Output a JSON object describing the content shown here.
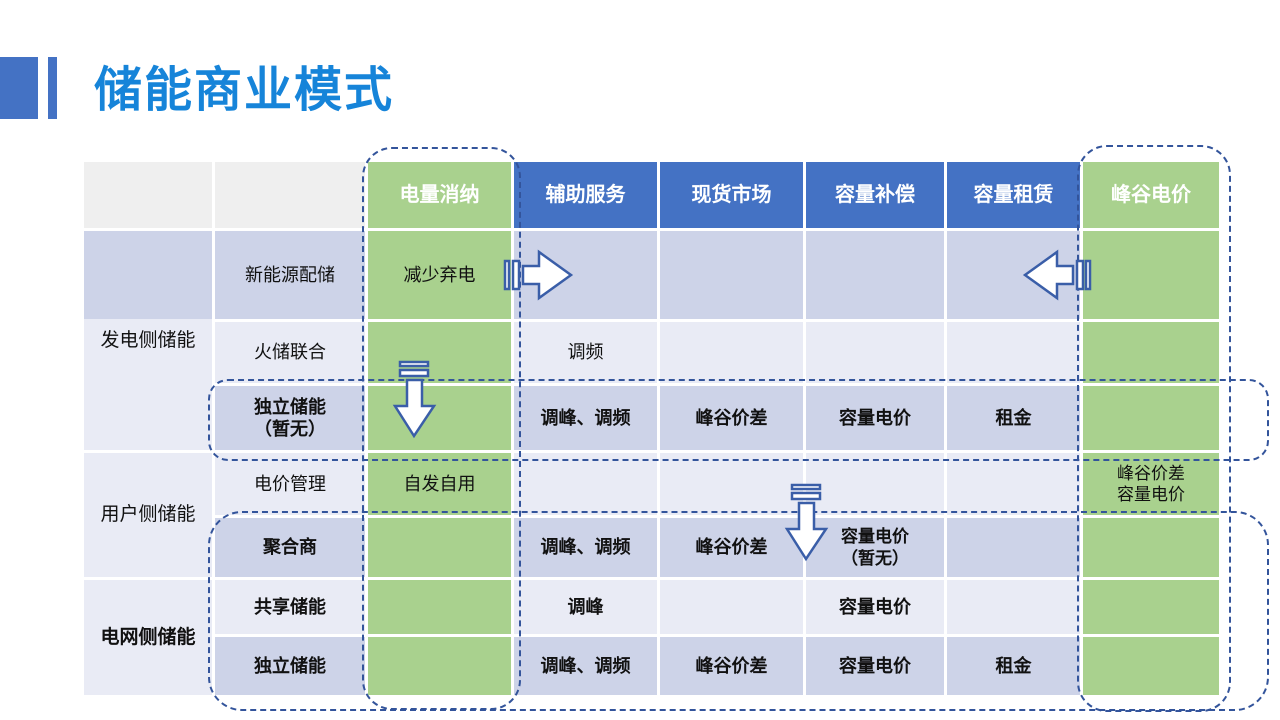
{
  "title": "储能商业模式",
  "colors": {
    "accent_blue": "#4472C4",
    "title_blue": "#1684D9",
    "header_blue": "#4472C4",
    "green": "#A9D18E",
    "band_dark": "#CDD3E8",
    "band_light": "#E9EBF5",
    "header_gray": "#EFEFEF",
    "dash_blue": "#33549B"
  },
  "table": {
    "column_headers": [
      "电量消纳",
      "辅助服务",
      "现货市场",
      "容量补偿",
      "容量租赁",
      "峰谷电价"
    ],
    "groups": [
      {
        "label": "发电侧储能"
      },
      {
        "label": "用户侧储能"
      },
      {
        "label": "电网侧储能"
      }
    ],
    "rows": [
      {
        "label": "新能源配储",
        "cells": [
          "减少弃电",
          "",
          "",
          "",
          "",
          ""
        ]
      },
      {
        "label": "火储联合",
        "cells": [
          "",
          "调频",
          "",
          "",
          "",
          ""
        ]
      },
      {
        "label": "独立储能\n（暂无）",
        "cells": [
          "",
          "调峰、调频",
          "峰谷价差",
          "容量电价",
          "租金",
          ""
        ]
      },
      {
        "label": "电价管理",
        "cells": [
          "自发自用",
          "",
          "",
          "",
          "",
          "峰谷价差\n容量电价"
        ]
      },
      {
        "label": "聚合商",
        "cells": [
          "",
          "调峰、调频",
          "峰谷价差",
          "容量电价\n（暂无）",
          "",
          ""
        ]
      },
      {
        "label": "共享储能",
        "cells": [
          "",
          "调峰",
          "",
          "容量电价",
          "",
          ""
        ]
      },
      {
        "label": "独立储能",
        "cells": [
          "",
          "调峰、调频",
          "峰谷价差",
          "容量电价",
          "租金",
          ""
        ]
      }
    ]
  },
  "icons": {
    "arrow_right": "striped-right-arrow",
    "arrow_left": "striped-left-arrow",
    "arrow_down_generation": "striped-down-arrow",
    "arrow_down_user": "striped-down-arrow"
  }
}
